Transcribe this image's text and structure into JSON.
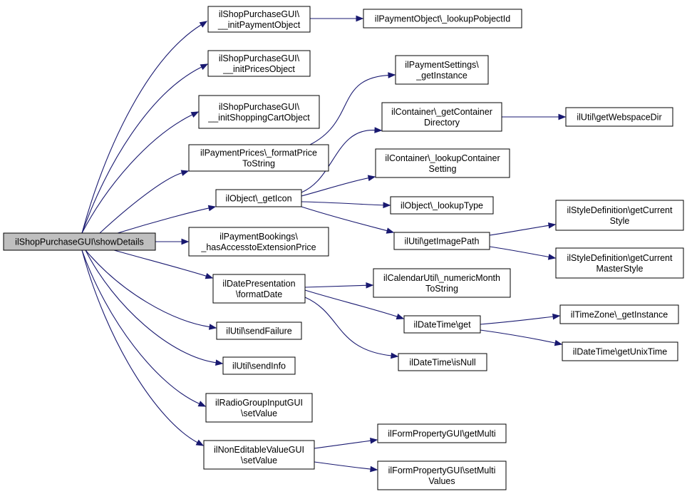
{
  "graph": {
    "colors": {
      "edge": "#191970",
      "root_fill": "#bfbfbf",
      "node_fill": "#ffffff",
      "border": "#000000"
    },
    "nodes": [
      {
        "id": "root",
        "lines": [
          "ilShopPurchaseGUI\\showDetails"
        ]
      },
      {
        "id": "initPayment",
        "lines": [
          "ilShopPurchaseGUI\\",
          "__initPaymentObject"
        ]
      },
      {
        "id": "initPrices",
        "lines": [
          "ilShopPurchaseGUI\\",
          "__initPricesObject"
        ]
      },
      {
        "id": "initCart",
        "lines": [
          "ilShopPurchaseGUI\\",
          "__initShoppingCartObject"
        ]
      },
      {
        "id": "formatPrice",
        "lines": [
          "ilPaymentPrices\\_formatPrice",
          "ToString"
        ]
      },
      {
        "id": "getIcon",
        "lines": [
          "ilObject\\_getIcon"
        ]
      },
      {
        "id": "hasAccess",
        "lines": [
          "ilPaymentBookings\\",
          "_hasAccesstoExtensionPrice"
        ]
      },
      {
        "id": "dateFormat",
        "lines": [
          "ilDatePresentation",
          "\\formatDate"
        ]
      },
      {
        "id": "sendFailure",
        "lines": [
          "ilUtil\\sendFailure"
        ]
      },
      {
        "id": "sendInfo",
        "lines": [
          "ilUtil\\sendInfo"
        ]
      },
      {
        "id": "radioSet",
        "lines": [
          "ilRadioGroupInputGUI",
          "\\setValue"
        ]
      },
      {
        "id": "nonEditSet",
        "lines": [
          "ilNonEditableValueGUI",
          "\\setValue"
        ]
      },
      {
        "id": "lookupPobj",
        "lines": [
          "ilPaymentObject\\_lookupPobjectId"
        ]
      },
      {
        "id": "paySettings",
        "lines": [
          "ilPaymentSettings\\",
          "_getInstance"
        ]
      },
      {
        "id": "contDir",
        "lines": [
          "ilContainer\\_getContainer",
          "Directory"
        ]
      },
      {
        "id": "contSetting",
        "lines": [
          "ilContainer\\_lookupContainer",
          "Setting"
        ]
      },
      {
        "id": "lookupType",
        "lines": [
          "ilObject\\_lookupType"
        ]
      },
      {
        "id": "imagePath",
        "lines": [
          "ilUtil\\getImagePath"
        ]
      },
      {
        "id": "calNumeric",
        "lines": [
          "ilCalendarUtil\\_numericMonth",
          "ToString"
        ]
      },
      {
        "id": "dtGet",
        "lines": [
          "ilDateTime\\get"
        ]
      },
      {
        "id": "dtIsNull",
        "lines": [
          "ilDateTime\\isNull"
        ]
      },
      {
        "id": "getMulti",
        "lines": [
          "ilFormPropertyGUI\\getMulti"
        ]
      },
      {
        "id": "setMulti",
        "lines": [
          "ilFormPropertyGUI\\setMulti",
          "Values"
        ]
      },
      {
        "id": "webspace",
        "lines": [
          "ilUtil\\getWebspaceDir"
        ]
      },
      {
        "id": "styleCur",
        "lines": [
          "ilStyleDefinition\\getCurrent",
          "Style"
        ]
      },
      {
        "id": "styleMaster",
        "lines": [
          "ilStyleDefinition\\getCurrent",
          "MasterStyle"
        ]
      },
      {
        "id": "tzInstance",
        "lines": [
          "ilTimeZone\\_getInstance"
        ]
      },
      {
        "id": "unixTime",
        "lines": [
          "ilDateTime\\getUnixTime"
        ]
      }
    ],
    "edges": [
      [
        "root",
        "initPayment"
      ],
      [
        "root",
        "initPrices"
      ],
      [
        "root",
        "initCart"
      ],
      [
        "root",
        "formatPrice"
      ],
      [
        "root",
        "getIcon"
      ],
      [
        "root",
        "hasAccess"
      ],
      [
        "root",
        "dateFormat"
      ],
      [
        "root",
        "sendFailure"
      ],
      [
        "root",
        "sendInfo"
      ],
      [
        "root",
        "radioSet"
      ],
      [
        "root",
        "nonEditSet"
      ],
      [
        "initPayment",
        "lookupPobj"
      ],
      [
        "formatPrice",
        "paySettings"
      ],
      [
        "getIcon",
        "contDir"
      ],
      [
        "getIcon",
        "contSetting"
      ],
      [
        "getIcon",
        "lookupType"
      ],
      [
        "getIcon",
        "imagePath"
      ],
      [
        "contDir",
        "webspace"
      ],
      [
        "imagePath",
        "styleCur"
      ],
      [
        "imagePath",
        "styleMaster"
      ],
      [
        "dateFormat",
        "calNumeric"
      ],
      [
        "dateFormat",
        "dtGet"
      ],
      [
        "dateFormat",
        "dtIsNull"
      ],
      [
        "dtGet",
        "tzInstance"
      ],
      [
        "dtGet",
        "unixTime"
      ],
      [
        "nonEditSet",
        "getMulti"
      ],
      [
        "nonEditSet",
        "setMulti"
      ]
    ]
  }
}
